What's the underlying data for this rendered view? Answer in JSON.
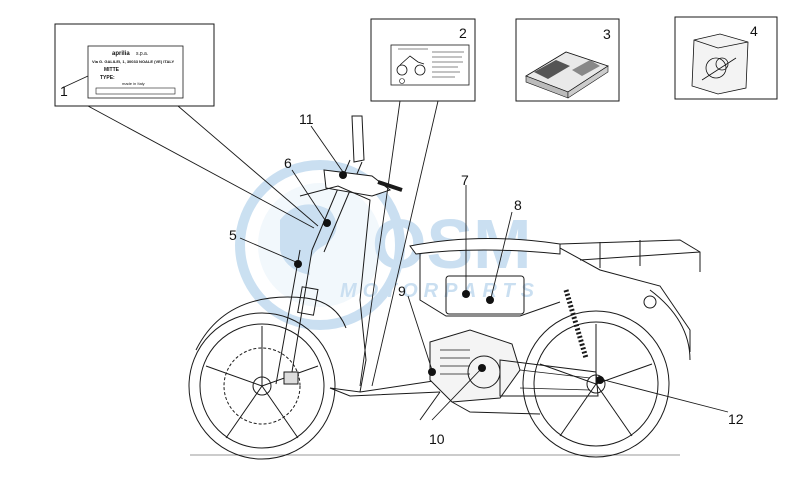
{
  "callouts": [
    {
      "id": "1",
      "label": "1"
    },
    {
      "id": "2",
      "label": "2"
    },
    {
      "id": "3",
      "label": "3"
    },
    {
      "id": "4",
      "label": "4"
    },
    {
      "id": "5",
      "label": "5"
    },
    {
      "id": "6",
      "label": "6"
    },
    {
      "id": "7",
      "label": "7"
    },
    {
      "id": "8",
      "label": "8"
    },
    {
      "id": "9",
      "label": "9"
    },
    {
      "id": "10",
      "label": "10"
    },
    {
      "id": "11",
      "label": "11"
    },
    {
      "id": "12",
      "label": "12"
    }
  ],
  "plate": {
    "brand": "aprilia",
    "brand_suffix": "s.p.a.",
    "address": "Via G. GALILEI, 1, 30033 NOALE (VE) ITALY",
    "field_1": "MITTE",
    "field_2": "TYPE:",
    "footer": "made in Italy"
  },
  "watermark": {
    "logo": "OSM",
    "tagline": "MOTORPARTS",
    "color": "#9fc6e6"
  },
  "colors": {
    "line": "#1a1a1a",
    "background": "#ffffff"
  }
}
